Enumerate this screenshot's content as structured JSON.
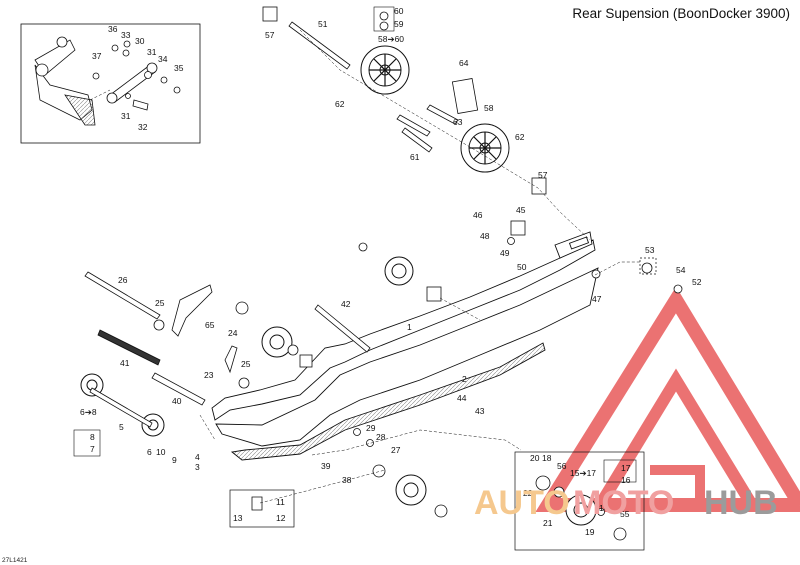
{
  "title": "Rear Supension (BoonDocker 3900)",
  "reference": "27L1421",
  "watermark": {
    "auto": "AUTO",
    "moto": "MOTO",
    "hub": "HUB"
  },
  "labels": {
    "l1": "1",
    "l2": "2",
    "l3": "3",
    "l4": "4",
    "l5": "5",
    "l6_8": "6➔8",
    "l6": "6",
    "l7": "7",
    "l8": "8",
    "l9": "9",
    "l10": "10",
    "l11": "11",
    "l12": "12",
    "l13": "13",
    "l14": "14",
    "l15_17": "15➔17",
    "l16": "16",
    "l17": "17",
    "l18": "18",
    "l19": "19",
    "l20": "20",
    "l21": "21",
    "l22": "22",
    "l23": "23",
    "l24": "24",
    "l25a": "25",
    "l25b": "25",
    "l26": "26",
    "l27": "27",
    "l28": "28",
    "l29": "29",
    "l30": "30",
    "l31a": "31",
    "l31b": "31",
    "l32": "32",
    "l33": "33",
    "l34": "34",
    "l35": "35",
    "l36": "36",
    "l37": "37",
    "l38": "38",
    "l39": "39",
    "l40": "40",
    "l41": "41",
    "l42": "42",
    "l43": "43",
    "l44": "44",
    "l45": "45",
    "l46": "46",
    "l47": "47",
    "l48": "48",
    "l49": "49",
    "l50": "50",
    "l51": "51",
    "l52": "52",
    "l53": "53",
    "l54": "54",
    "l55": "55",
    "l56": "56",
    "l57a": "57",
    "l57b": "57",
    "l58": "58",
    "l58_60": "58➔60",
    "l59": "59",
    "l60": "60",
    "l61": "61",
    "l62a": "62",
    "l62b": "62",
    "l63": "63",
    "l64": "64",
    "l65": "65"
  },
  "colors": {
    "line": "#111111",
    "watermark_red": "#e85a5a",
    "watermark_orange": "#f5c88e",
    "watermark_grey": "#9b9b9b"
  }
}
